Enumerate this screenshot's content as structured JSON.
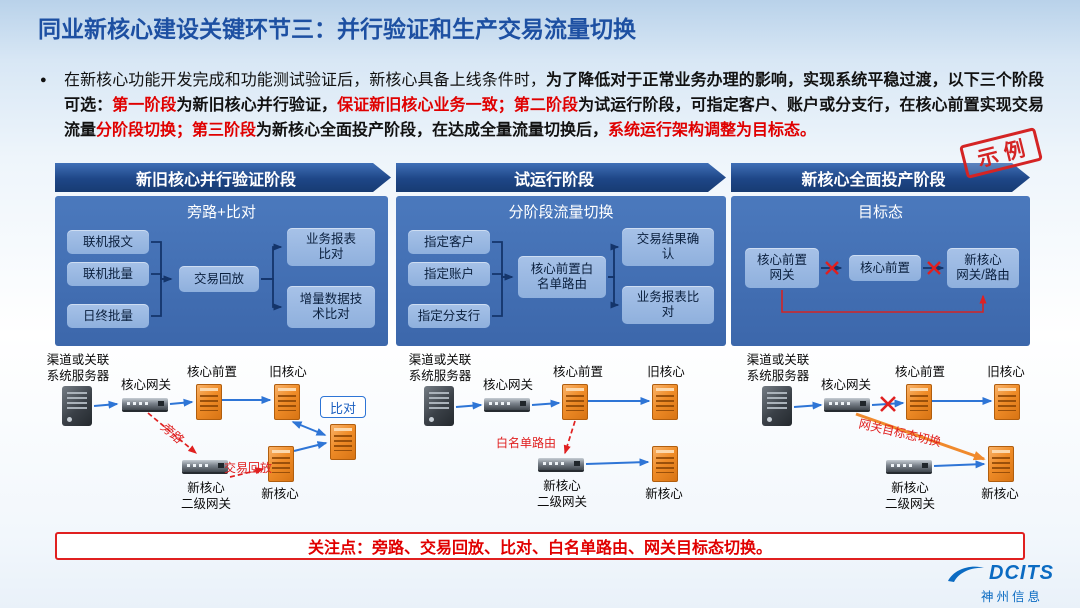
{
  "slide": {
    "title": "同业新核心建设关键环节三：并行验证和生产交易流量切换",
    "stamp": "示例"
  },
  "intro": {
    "bullet": "●",
    "segments": [
      {
        "style": "normal",
        "text": "在新核心功能开发完成和功能测试验证后，新核心具备上线条件时，"
      },
      {
        "style": "bold",
        "text": "为了降低对于正常业务办理的影响，实现系统平稳过渡，以下三个阶段可选："
      },
      {
        "style": "red",
        "text": "第一阶段"
      },
      {
        "style": "bold",
        "text": "为新旧核心并行验证，"
      },
      {
        "style": "red",
        "text": "保证新旧核心业务一致；第二阶段"
      },
      {
        "style": "bold",
        "text": "为试运行阶段，可指定客户、账户或分支行，在核心前置实现交易流量"
      },
      {
        "style": "red",
        "text": "分阶段切换；第三阶段"
      },
      {
        "style": "bold",
        "text": "为新核心全面投产阶段，在达成全量流量切换后，"
      },
      {
        "style": "red",
        "text": "系统运行架构调整为目标态。"
      }
    ]
  },
  "phases": [
    {
      "label": "新旧核心并行验证阶段"
    },
    {
      "label": "试运行阶段"
    },
    {
      "label": "新核心全面投产阶段"
    }
  ],
  "panels": {
    "p1": {
      "title": "旁路+比对",
      "inputs": [
        "联机报文",
        "联机批量",
        "日终批量"
      ],
      "center": "交易回放",
      "outputs": [
        "业务报表\n比对",
        "增量数据技\n术比对"
      ]
    },
    "p2": {
      "title": "分阶段流量切换",
      "inputs": [
        "指定客户",
        "指定账户",
        "指定分支行"
      ],
      "center": "核心前置白\n名单路由",
      "outputs": [
        "交易结果确\n认",
        "业务报表比\n对"
      ]
    },
    "p3": {
      "title": "目标态",
      "nodes": [
        "核心前置\n网关",
        "核心前置",
        "新核心\n网关/路由"
      ]
    }
  },
  "diagrams": {
    "d1": {
      "channel": "渠道或关联\n系统服务器",
      "gateway": "核心网关",
      "front": "核心前置",
      "old_core": "旧核心",
      "compare": "比对",
      "bypass": "旁路",
      "replay": "交易回放",
      "gateway2": "新核心\n二级网关",
      "new_core": "新核心"
    },
    "d2": {
      "channel": "渠道或关联\n系统服务器",
      "gateway": "核心网关",
      "front": "核心前置",
      "old_core": "旧核心",
      "whitelist": "白名单路由",
      "gateway2": "新核心\n二级网关",
      "new_core": "新核心"
    },
    "d3": {
      "channel": "渠道或关联\n系统服务器",
      "gateway": "核心网关",
      "front": "核心前置",
      "old_core": "旧核心",
      "switch_label": "网关目标态切换",
      "gateway2": "新核心\n二级网关",
      "new_core": "新核心"
    }
  },
  "footer": {
    "note": "关注点：旁路、交易回放、比对、白名单路由、网关目标态切换。"
  },
  "logo": {
    "brand": "DCITS",
    "company": "神州信息"
  },
  "colors": {
    "title_blue": "#1d50a2",
    "emphasis_red": "#e00000",
    "banner_navy": "#1e4687",
    "panel_blue": "#4370b4",
    "box_blue": "#9ab8e2",
    "arrow_blue": "#2e75d6",
    "server_orange": "#ef8c28"
  }
}
